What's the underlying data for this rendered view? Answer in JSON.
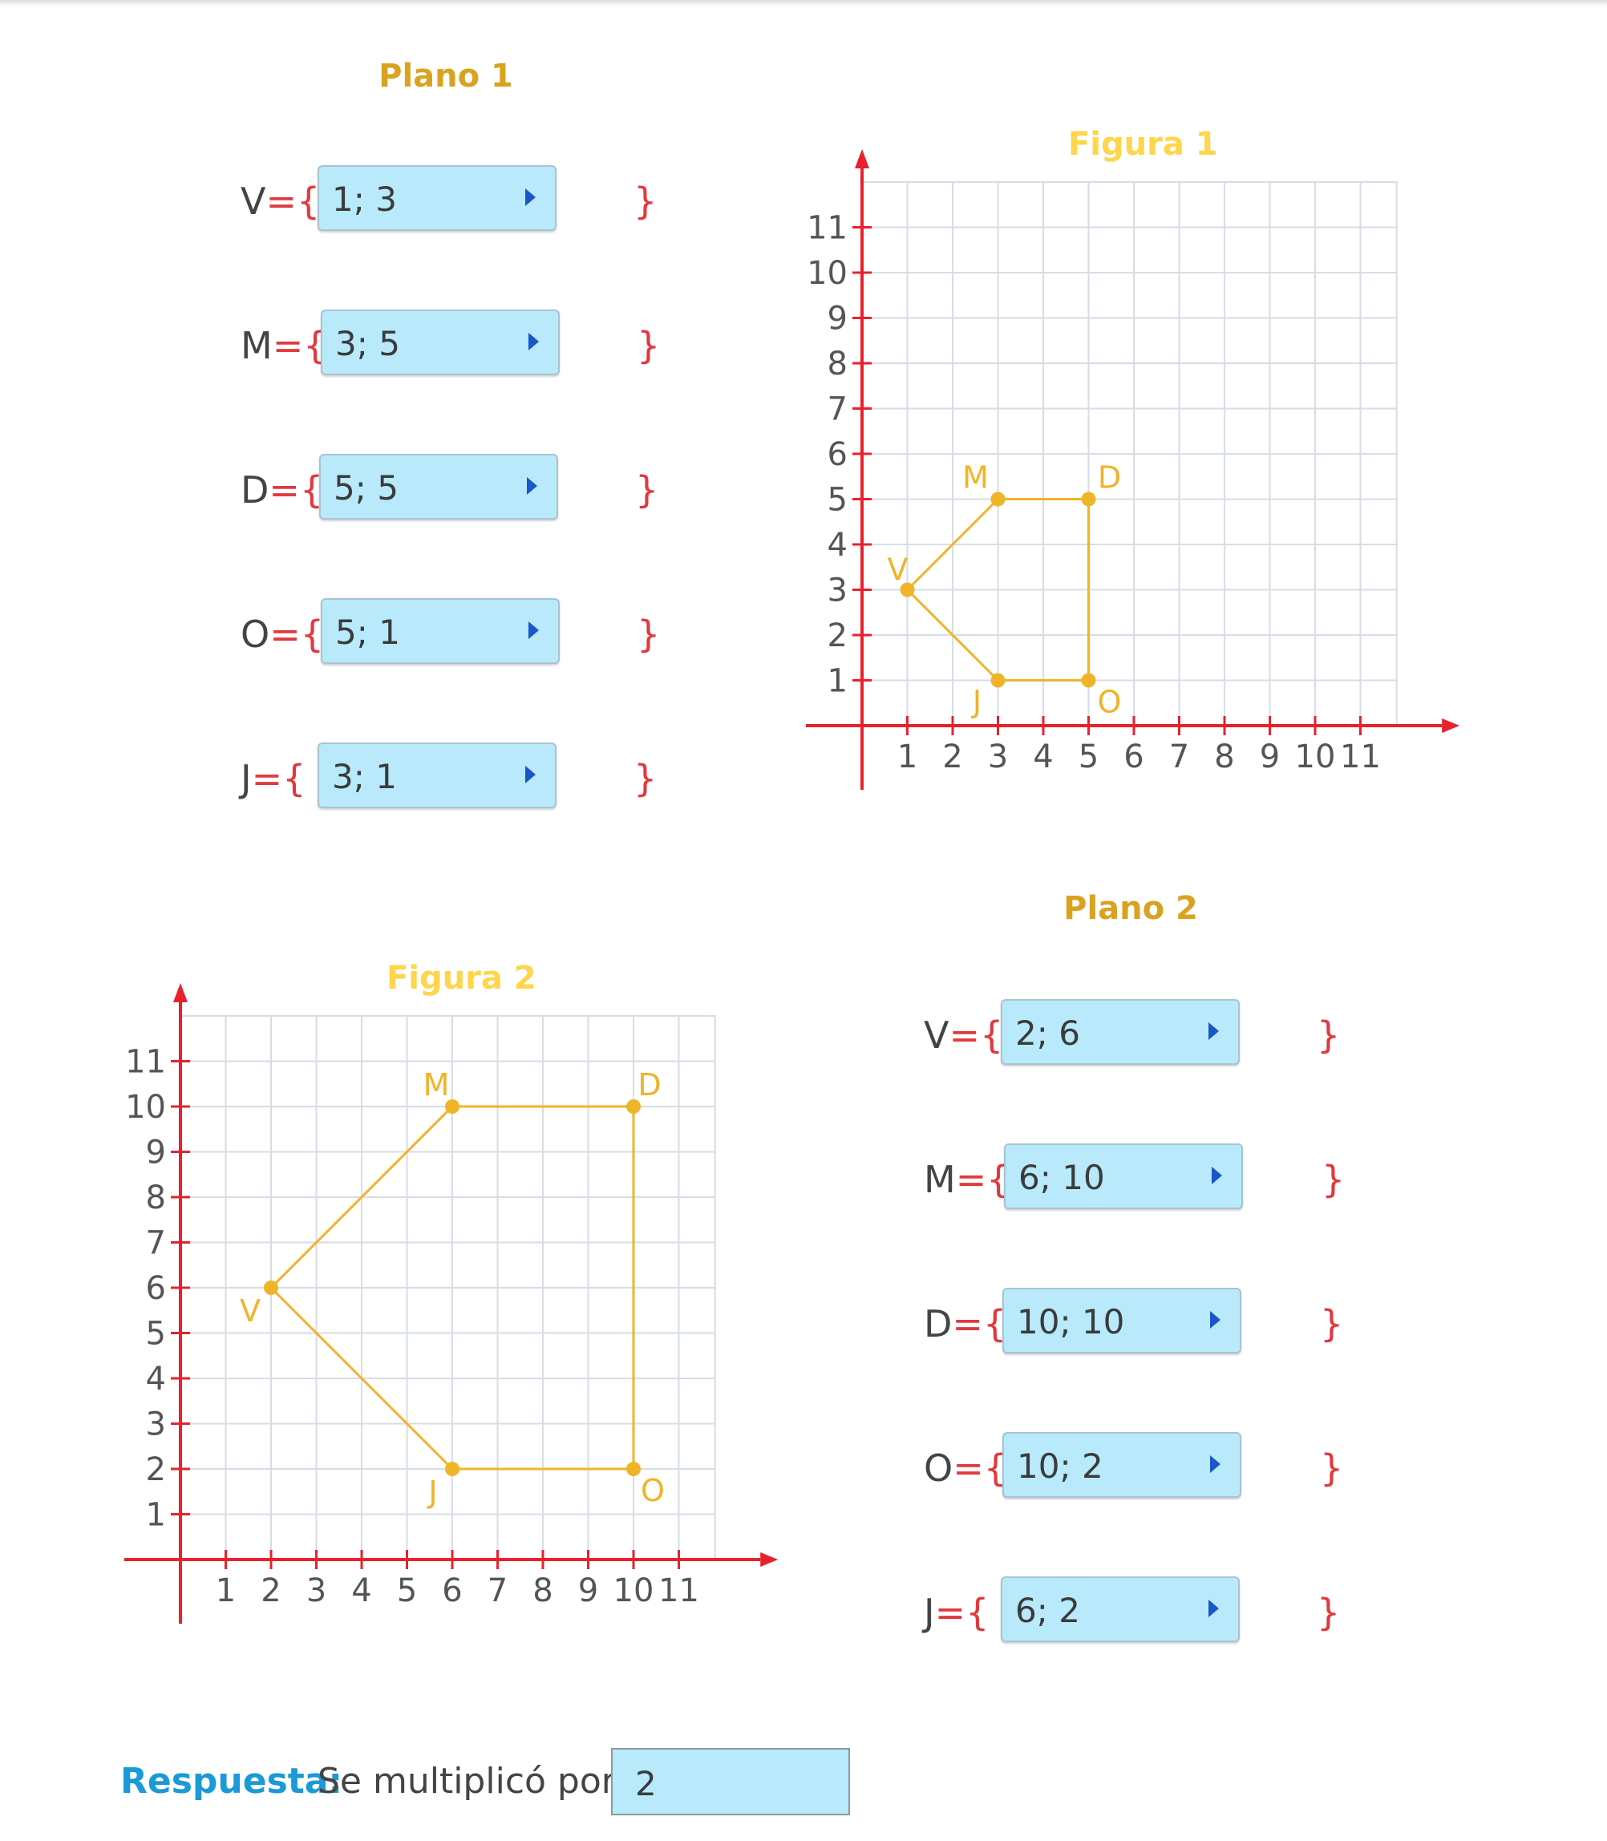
{
  "plano1": {
    "title": "Plano 1",
    "rows": [
      {
        "label": "V",
        "value": "1; 3"
      },
      {
        "label": "M",
        "value": "3; 5"
      },
      {
        "label": "D",
        "value": "5; 5"
      },
      {
        "label": "O",
        "value": "5; 1"
      },
      {
        "label": "J",
        "value": "3; 1"
      }
    ]
  },
  "plano2": {
    "title": "Plano 2",
    "rows": [
      {
        "label": "V",
        "value": "2; 6"
      },
      {
        "label": "M",
        "value": "6; 10"
      },
      {
        "label": "D",
        "value": "10; 10"
      },
      {
        "label": "O",
        "value": "10; 2"
      },
      {
        "label": "J",
        "value": "6; 2"
      }
    ]
  },
  "symbols": {
    "eq": "=",
    "open": "{",
    "close": "}"
  },
  "figura1": {
    "title": "Figura 1",
    "ticks": [
      1,
      2,
      3,
      4,
      5,
      6,
      7,
      8,
      9,
      10,
      11
    ],
    "points": [
      {
        "name": "V",
        "x": 1,
        "y": 3
      },
      {
        "name": "M",
        "x": 3,
        "y": 5
      },
      {
        "name": "D",
        "x": 5,
        "y": 5
      },
      {
        "name": "O",
        "x": 5,
        "y": 1
      },
      {
        "name": "J",
        "x": 3,
        "y": 1
      }
    ]
  },
  "figura2": {
    "title": "Figura 2",
    "ticks": [
      1,
      2,
      3,
      4,
      5,
      6,
      7,
      8,
      9,
      10,
      11
    ],
    "points": [
      {
        "name": "V",
        "x": 2,
        "y": 6
      },
      {
        "name": "M",
        "x": 6,
        "y": 10
      },
      {
        "name": "D",
        "x": 10,
        "y": 10
      },
      {
        "name": "O",
        "x": 10,
        "y": 2
      },
      {
        "name": "J",
        "x": 6,
        "y": 2
      }
    ]
  },
  "answer": {
    "label": "Respuesta:",
    "text": "Se multiplicó por",
    "value": "2"
  },
  "colors": {
    "axis": "#e8212c",
    "grid": "#d6dde6",
    "shape": "#f0b429",
    "title": "#d9a321",
    "figure_title": "#ffd54a",
    "dropdown": "#b8eafc"
  }
}
